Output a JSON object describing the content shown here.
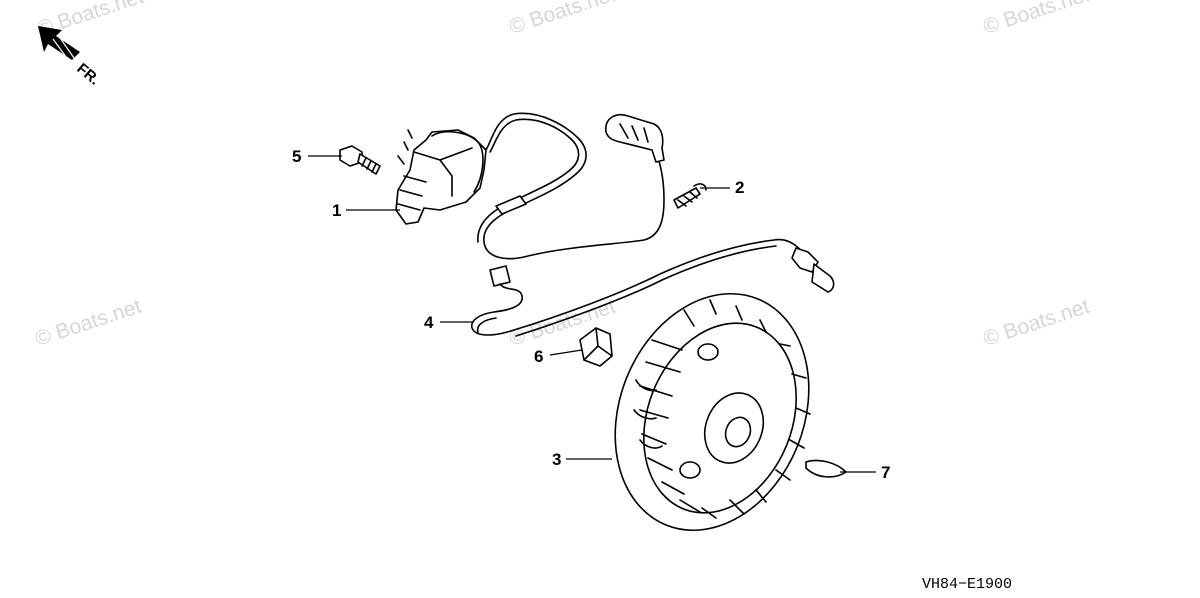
{
  "watermark": "© Boats.net",
  "direction_label": "FR.",
  "drawing_code": "VH84−E1900",
  "callouts": [
    {
      "id": "1",
      "label": "1"
    },
    {
      "id": "2",
      "label": "2"
    },
    {
      "id": "3",
      "label": "3"
    },
    {
      "id": "4",
      "label": "4"
    },
    {
      "id": "5",
      "label": "5"
    },
    {
      "id": "6",
      "label": "6"
    },
    {
      "id": "7",
      "label": "7"
    }
  ]
}
